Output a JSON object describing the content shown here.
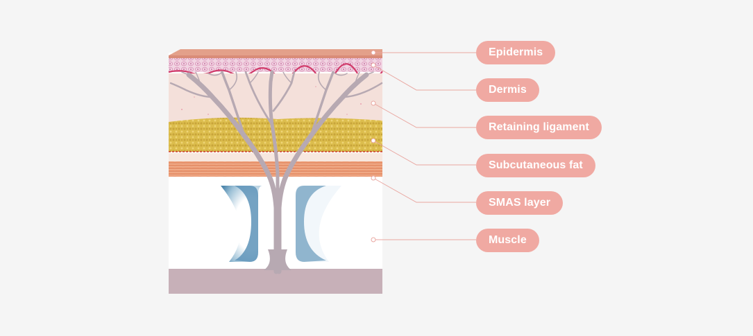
{
  "labels": {
    "epidermis": "Epidermis",
    "dermis": "Dermis",
    "retaining_ligament": "Retaining ligament",
    "subcutaneous_fat": "Subcutaneous fat",
    "smas_layer": "SMAS layer",
    "muscle": "Muscle"
  },
  "colors": {
    "pill_background": "#f0a9a2",
    "pill_text": "#ffffff",
    "leader_line": "#e9a6a0",
    "epidermis": "#e6a08c",
    "dermis": "#f3dad4",
    "cells": "#e6b8d0",
    "fat": "#d9b94a",
    "smas": "#ec9a73",
    "ligament": "#b8aab2",
    "muscle_base": "#cdb6bd",
    "muscle_shadow": "#8fb6d0"
  }
}
